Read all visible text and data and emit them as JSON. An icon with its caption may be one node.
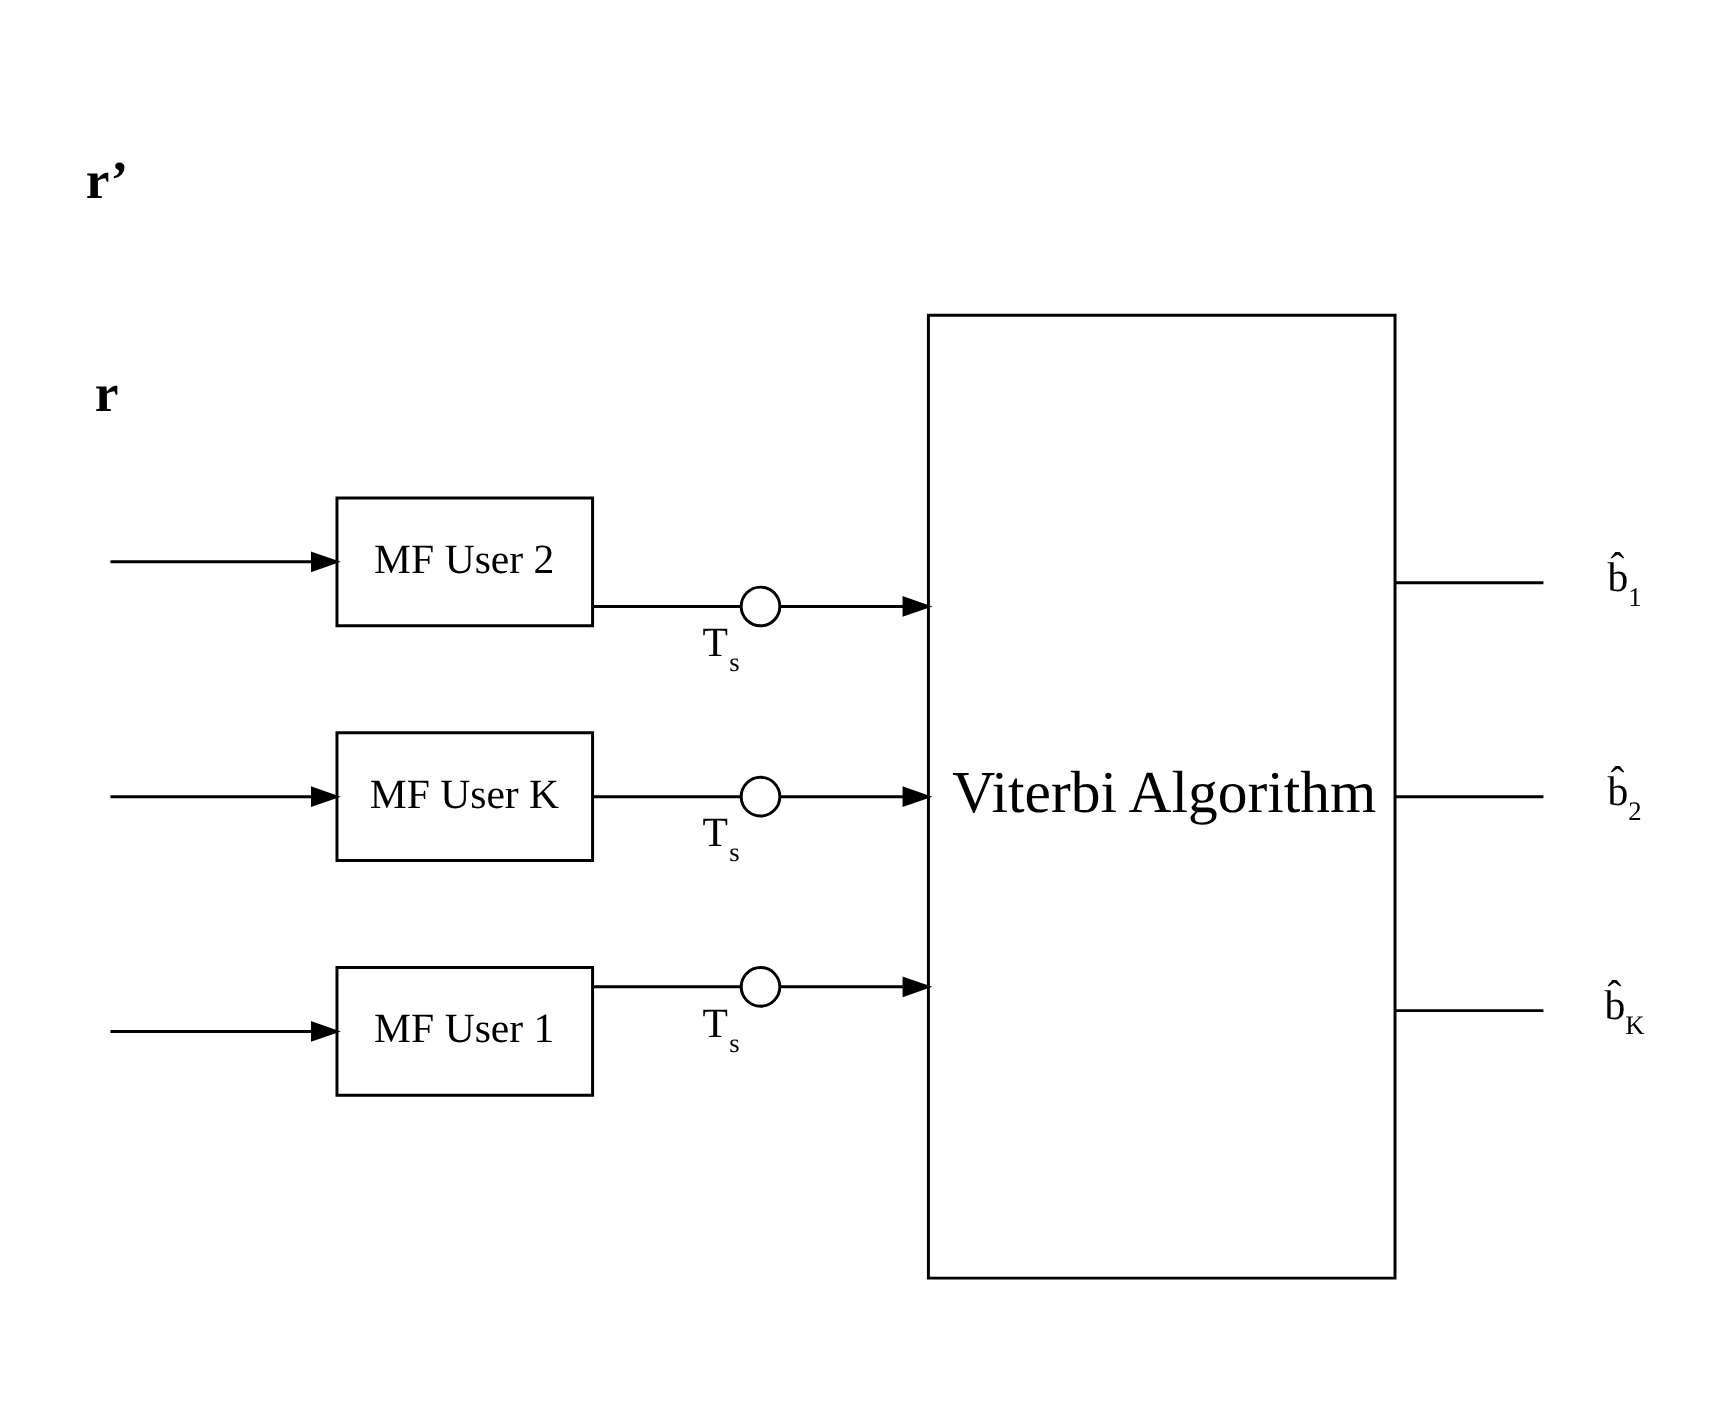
{
  "diagram": {
    "nodes": [
      {
        "text": [
          "MF User 1"
        ]
      },
      {
        "text": [
          "MF User 2"
        ]
      },
      {
        "text": [
          "MF User K"
        ]
      },
      {
        "text": [],
        "shape": "switch",
        "beside": [
          "T$_{s}$"
        ]
      },
      {
        "text": [],
        "shape": "switch",
        "beside": [
          "T$_{s}$"
        ]
      },
      {
        "text": [],
        "shape": "switch",
        "beside": [
          "T$_{s}$"
        ]
      },
      {
        "text": [
          "Viterbi Algorithm"
        ]
      },
      {
        "text": [
          "b̂$_{1}$"
        ]
      },
      {
        "text": [
          "b̂$_{2}$"
        ]
      },
      {
        "text": [
          "b̂$_{K}$"
        ]
      }
    ],
    "edges": [
      {
        "from": null,
        "to": 0,
        "arrow": "to"
      },
      {
        "from": null,
        "to": 1,
        "arrow": "to"
      },
      {
        "from": null,
        "to": 2,
        "arrow": "to"
      },
      {
        "from": 0,
        "to": 3,
        "arrow": "none"
      },
      {
        "from": 1,
        "to": 4,
        "arrow": "none"
      },
      {
        "from": 2,
        "to": 5,
        "arrow": "none"
      },
      {
        "from": 3,
        "to": 6,
        "arrow": "to"
      },
      {
        "from": 4,
        "to": 6,
        "arrow": "to"
      },
      {
        "from": 5,
        "to": 6,
        "arrow": "to"
      },
      {
        "from": 6,
        "to": 7,
        "arrow": "none"
      },
      {
        "from": 6,
        "to": 8,
        "arrow": "none"
      },
      {
        "from": 6,
        "to": 9,
        "arrow": "none"
      }
    ],
    "labels": [
      "r",
      "r’"
    ]
  }
}
